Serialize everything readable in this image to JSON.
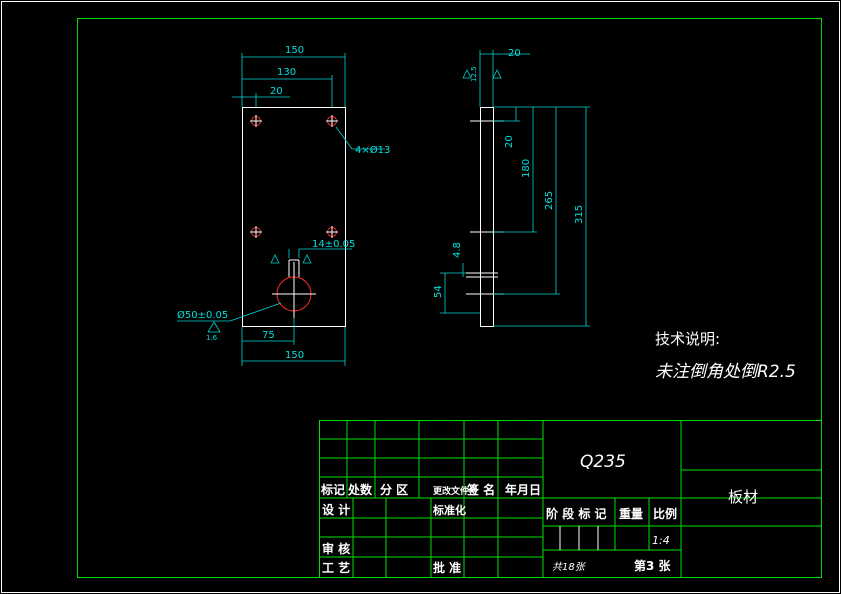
{
  "tech_notes": {
    "title": "技术说明:",
    "line1": "未注倒角处倒R2.5"
  },
  "front_view": {
    "dim_overall_top": "150",
    "dim_hole_spacing": "130",
    "dim_hole_offset": "20",
    "dim_holes": "4×Ø13",
    "dim_keyway": "14±0.05",
    "dim_bore": "Ø50±0.05",
    "surface_finish": "1.6",
    "dim_bore_center": "75",
    "dim_overall_bottom": "150"
  },
  "side_view": {
    "dim_thickness": "20",
    "finish_top": "12.5",
    "dim_20": "20",
    "dim_180": "180",
    "dim_265": "265",
    "dim_315": "315",
    "dim_4_8": "4.8",
    "dim_54": "54"
  },
  "title_block": {
    "material": "Q235",
    "part_name": "板材",
    "hdr_mark": "标记",
    "hdr_count": "处数",
    "hdr_zone": "分 区",
    "hdr_doc": "更改文件号",
    "hdr_sign": "签 名",
    "hdr_date": "年月日",
    "lbl_design": "设 计",
    "lbl_standard": "标准化",
    "lbl_stage": "阶 段 标 记",
    "lbl_weight": "重量",
    "lbl_scale": "比例",
    "scale_value": "1:4",
    "lbl_review": "审 核",
    "lbl_process": "工 艺",
    "lbl_approve": "批 准",
    "total_sheets": "共18张",
    "sheet_no": "第3 张"
  },
  "colors": {
    "frame": "#00e000",
    "outline": "#ffffff",
    "dimension": "#00d6d6",
    "holes": "#ff2a2a"
  }
}
